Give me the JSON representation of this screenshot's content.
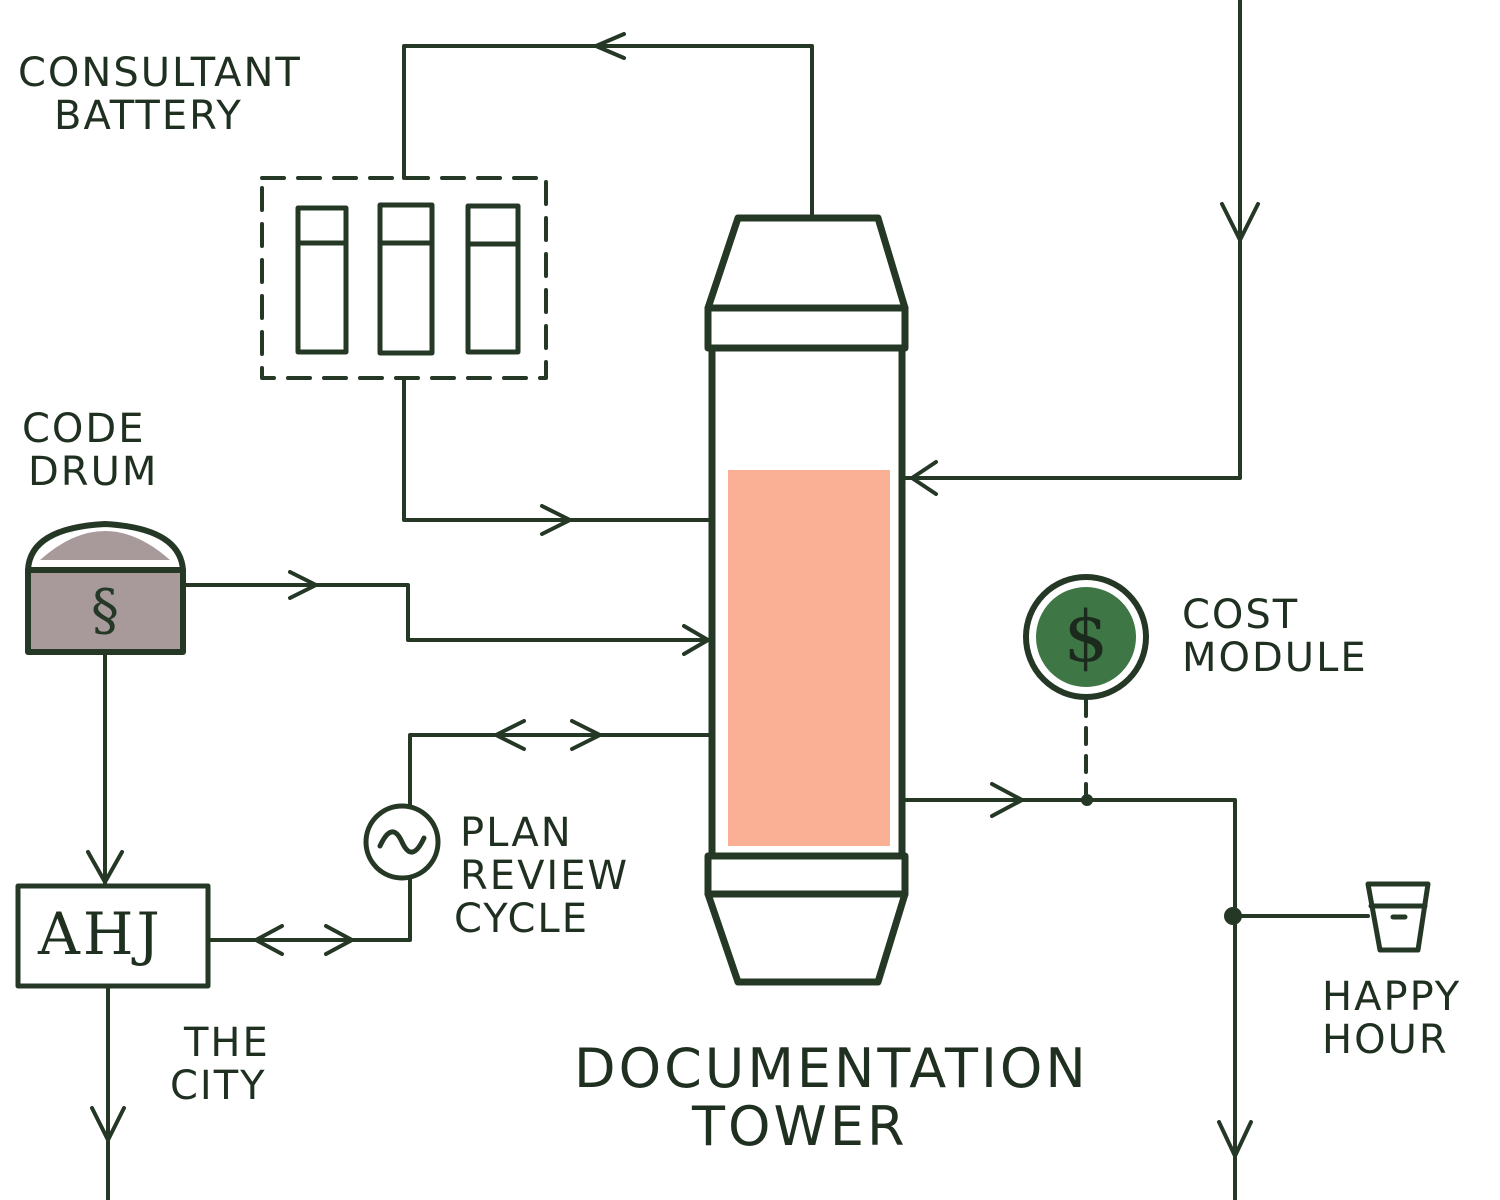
{
  "labels": {
    "consultant_battery": [
      "CONSULTANT",
      "BATTERY"
    ],
    "code_drum": [
      "CODE",
      "DRUM"
    ],
    "cost_module": [
      "COST",
      "MODULE"
    ],
    "plan_review_cycle": [
      "PLAN",
      "REVIEW",
      "CYCLE"
    ],
    "the_city": [
      "THE",
      "CITY"
    ],
    "happy_hour": [
      "HAPPY",
      "HOUR"
    ],
    "documentation_tower": [
      "DOCUMENTATION",
      "TOWER"
    ]
  },
  "ahj_box": {
    "text": "AHJ"
  },
  "symbols": {
    "code_drum_glyph": "§",
    "cost_module_glyph": "$"
  },
  "colors": {
    "ink": "#253826",
    "tower_fill": "#f9b094",
    "drum_fill": "#a89a9b",
    "cost_module_fill": "#3f7645",
    "cost_module_glyph": "#1b2a1c"
  }
}
